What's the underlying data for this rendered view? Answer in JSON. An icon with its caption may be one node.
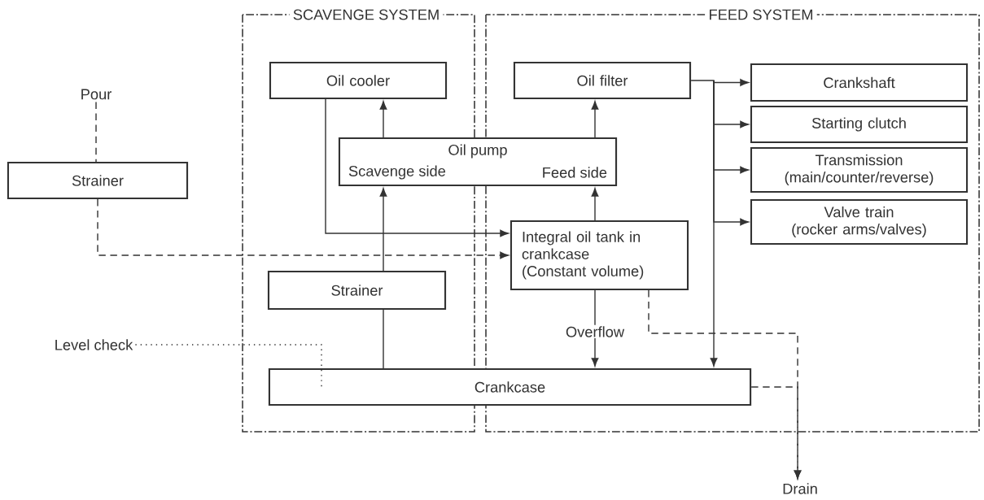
{
  "diagram": {
    "nodes": [
      {
        "text": [
          "SCAVENGE SYSTEM"
        ]
      },
      {
        "text": [
          "FEED SYSTEM"
        ]
      },
      {
        "text": [
          "Pour"
        ]
      },
      {
        "text": [
          "Strainer"
        ]
      },
      {
        "text": [
          "Oil cooler"
        ],
        "in": 0
      },
      {
        "text": [
          "Oil pump",
          "Scavenge side",
          "Feed side"
        ]
      },
      {
        "text": [
          "Oil filter"
        ],
        "in": 1
      },
      {
        "text": [
          "Crankshaft"
        ],
        "in": 1
      },
      {
        "text": [
          "Starting clutch"
        ],
        "in": 1
      },
      {
        "text": [
          "Transmission",
          "(main/counter/reverse)"
        ],
        "in": 1
      },
      {
        "text": [
          "Valve train",
          "(rocker arms/valves)"
        ],
        "in": 1
      },
      {
        "text": [
          "Integral oil tank in crankcase",
          "(Constant volume)"
        ],
        "in": 1
      },
      {
        "text": [
          "Strainer"
        ],
        "in": 0
      },
      {
        "text": [
          "Level check"
        ]
      },
      {
        "text": [
          "Crankcase"
        ]
      },
      {
        "text": [
          "Drain"
        ]
      }
    ],
    "edges": [
      {
        "from": 2,
        "to": 3,
        "arrow": "none",
        "style": "dashed"
      },
      {
        "from": 3,
        "to": 11,
        "arrow": "to",
        "style": "dashed"
      },
      {
        "from": 4,
        "to": 11,
        "arrow": "to"
      },
      {
        "from": 5,
        "to": 4,
        "arrow": "to"
      },
      {
        "from": 12,
        "to": 5,
        "arrow": "to"
      },
      {
        "from": 14,
        "to": 12,
        "arrow": "none"
      },
      {
        "from": 5,
        "to": 6,
        "arrow": "to"
      },
      {
        "from": 11,
        "to": 5,
        "arrow": "to"
      },
      {
        "from": 6,
        "to": 7,
        "arrow": "to"
      },
      {
        "from": 6,
        "to": 8,
        "arrow": "to"
      },
      {
        "from": 6,
        "to": 9,
        "arrow": "to"
      },
      {
        "from": 6,
        "to": 10,
        "arrow": "to"
      },
      {
        "from": 6,
        "to": 14,
        "arrow": "to"
      },
      {
        "from": 11,
        "to": 14,
        "arrow": "to",
        "label": "Overflow"
      },
      {
        "from": 11,
        "to": 15,
        "arrow": "to",
        "style": "dashed"
      },
      {
        "from": 14,
        "to": 15,
        "arrow": "to",
        "style": "dashed"
      },
      {
        "from": 13,
        "to": 14,
        "arrow": "none",
        "style": "dashed"
      }
    ]
  }
}
